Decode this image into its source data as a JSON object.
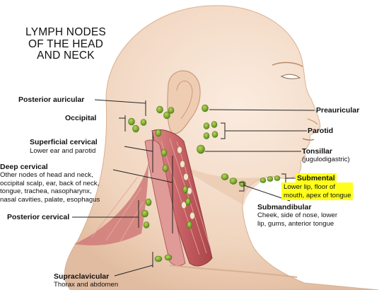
{
  "title": [
    "LYMPH NODES",
    "OF THE HEAD",
    "AND NECK"
  ],
  "labels": {
    "posterior_auricular": "Posterior auricular",
    "occipital": "Occipital",
    "superficial_cervical": "Superficial cervical",
    "superficial_cervical_desc": "Lower ear and parotid",
    "deep_cervical": "Deep cervical",
    "deep_cervical_desc": [
      "Other nodes of head and neck,",
      "occipital scalp, ear, back of neck,",
      "tongue, trachea, nasopharynx,",
      "nasal cavities, palate, esophagus"
    ],
    "posterior_cervical": "Posterior cervical",
    "supraclavicular": "Supraclavicular",
    "supraclavicular_desc": "Thorax and abdomen",
    "preauricular": "Preauricular",
    "parotid": "Parotid",
    "tonsillar": "Tonsillar",
    "tonsillar_desc": "(jugulodigastric)",
    "submental": "Submental",
    "submental_desc": [
      "Lower lip, floor of",
      "mouth, apex of tongue"
    ],
    "submandibular": "Submandibular",
    "submandibular_desc": [
      "Cheek, side of nose, lower",
      "lip, gums, anterior tongue"
    ]
  },
  "colors": {
    "skin": "#f3dcc8",
    "skin_shadow": "#e6c4a8",
    "muscle": "#c8646a",
    "muscle_light": "#e5a3a3",
    "node": "#7fa832",
    "node_dark": "#4f7a1c",
    "highlight": "#ffff1a"
  }
}
